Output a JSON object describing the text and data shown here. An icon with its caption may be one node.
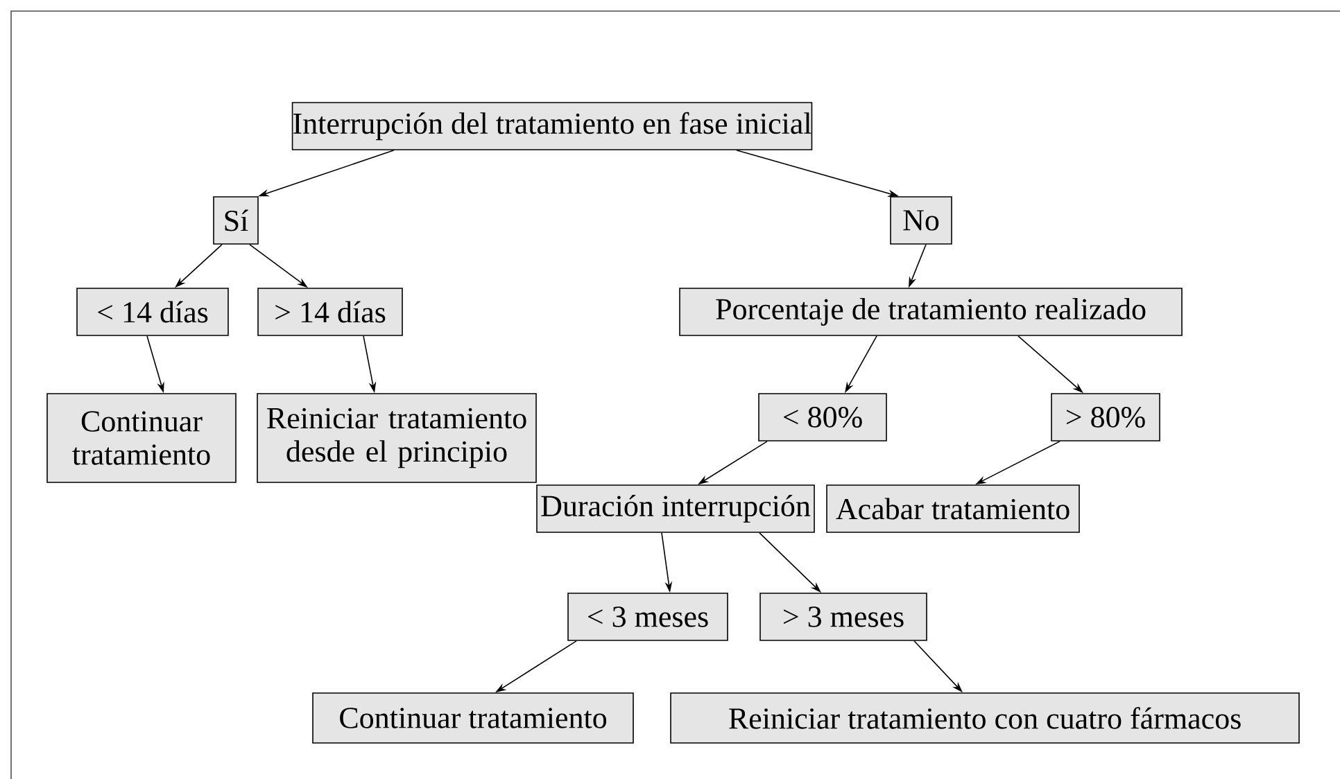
{
  "diagram": {
    "nodes": [
      {
        "text": [
          "Interrupción del tratamiento en fase inicial"
        ]
      },
      {
        "text": [
          "Sí"
        ]
      },
      {
        "text": [
          "No"
        ]
      },
      {
        "text": [
          "< 14 días"
        ]
      },
      {
        "text": [
          "> 14 días"
        ]
      },
      {
        "text": [
          "Porcentaje de tratamiento realizado"
        ]
      },
      {
        "text": [
          "Continuar tratamiento"
        ]
      },
      {
        "text": [
          "Reiniciar tratamiento desde el principio"
        ]
      },
      {
        "text": [
          "< 80%"
        ]
      },
      {
        "text": [
          "> 80%"
        ]
      },
      {
        "text": [
          "Duración interrupción"
        ]
      },
      {
        "text": [
          "Acabar tratamiento"
        ]
      },
      {
        "text": [
          "< 3 meses"
        ]
      },
      {
        "text": [
          "> 3 meses"
        ]
      },
      {
        "text": [
          "Continuar tratamiento"
        ]
      },
      {
        "text": [
          "Reiniciar tratamiento con cuatro fármacos"
        ]
      }
    ],
    "edges": [
      {
        "from": 0,
        "to": 1,
        "arrow": "to"
      },
      {
        "from": 0,
        "to": 2,
        "arrow": "to"
      },
      {
        "from": 1,
        "to": 3,
        "arrow": "to"
      },
      {
        "from": 1,
        "to": 4,
        "arrow": "to"
      },
      {
        "from": 3,
        "to": 6,
        "arrow": "to"
      },
      {
        "from": 4,
        "to": 7,
        "arrow": "to"
      },
      {
        "from": 2,
        "to": 5,
        "arrow": "to"
      },
      {
        "from": 5,
        "to": 8,
        "arrow": "to"
      },
      {
        "from": 5,
        "to": 9,
        "arrow": "to"
      },
      {
        "from": 8,
        "to": 10,
        "arrow": "to"
      },
      {
        "from": 9,
        "to": 11,
        "arrow": "to"
      },
      {
        "from": 10,
        "to": 12,
        "arrow": "to"
      },
      {
        "from": 10,
        "to": 13,
        "arrow": "to"
      },
      {
        "from": 12,
        "to": 14,
        "arrow": "to"
      },
      {
        "from": 13,
        "to": 15,
        "arrow": "to"
      }
    ]
  }
}
